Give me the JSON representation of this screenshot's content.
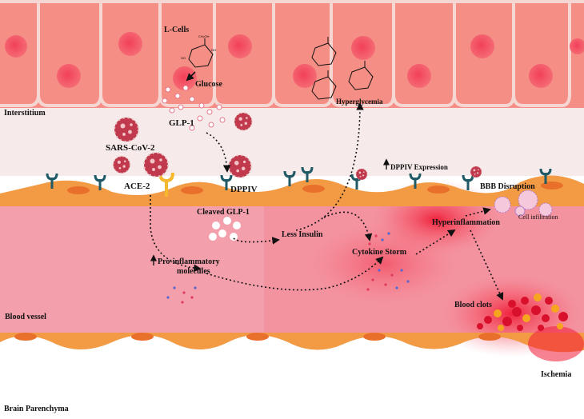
{
  "labels": {
    "l_cells": "L-Cells",
    "glucose": "Glucose",
    "interstitium": "Interstitium",
    "glp1": "GLP-1",
    "sars_cov2": "SARS-CoV-2",
    "ace2": "ACE-2",
    "dppiv": "DPPIV",
    "hyperglycemia": "Hyperglycemia",
    "dppiv_expression": "DPPIV Expression",
    "bbb_disruption": "BBB Disruption",
    "cell_infiltration": "Cell infiltration",
    "hyperinflammation": "Hyperinflammation",
    "cleaved_glp1": "Cleaved GLP-1",
    "less_insulin": "Less Insulin",
    "cytokine_storm": "Cytokine Storm",
    "pro_inflammatory_1": "Pro-inflammatory",
    "pro_inflammatory_2": "molecules",
    "blood_vessel": "Blood vessel",
    "blood_clots": "Blood clots",
    "ischemia": "Ischemia",
    "brain_parenchyma": "Brain Parenchyma"
  },
  "glucose_molecule_labels": {
    "ch2oh": "CH₂OH",
    "oh": "OH",
    "ho": "HO"
  },
  "colors": {
    "l_cell_fill": "#f58e85",
    "l_cell_border": "#f5d6d2",
    "nucleus": "#f04e5e",
    "interstitium": "#f6eaea",
    "endothelium": "#f39a45",
    "endothelial_nucleus": "#e9702a",
    "blood": "#f4a0ac",
    "inflammation_glow": "#f01c38",
    "virus": "#c0394c",
    "receptor": "#1f5a66",
    "ace2_receptor": "#f5b82e",
    "clot_red": "#d8102c",
    "clot_orange": "#f5a51e"
  }
}
